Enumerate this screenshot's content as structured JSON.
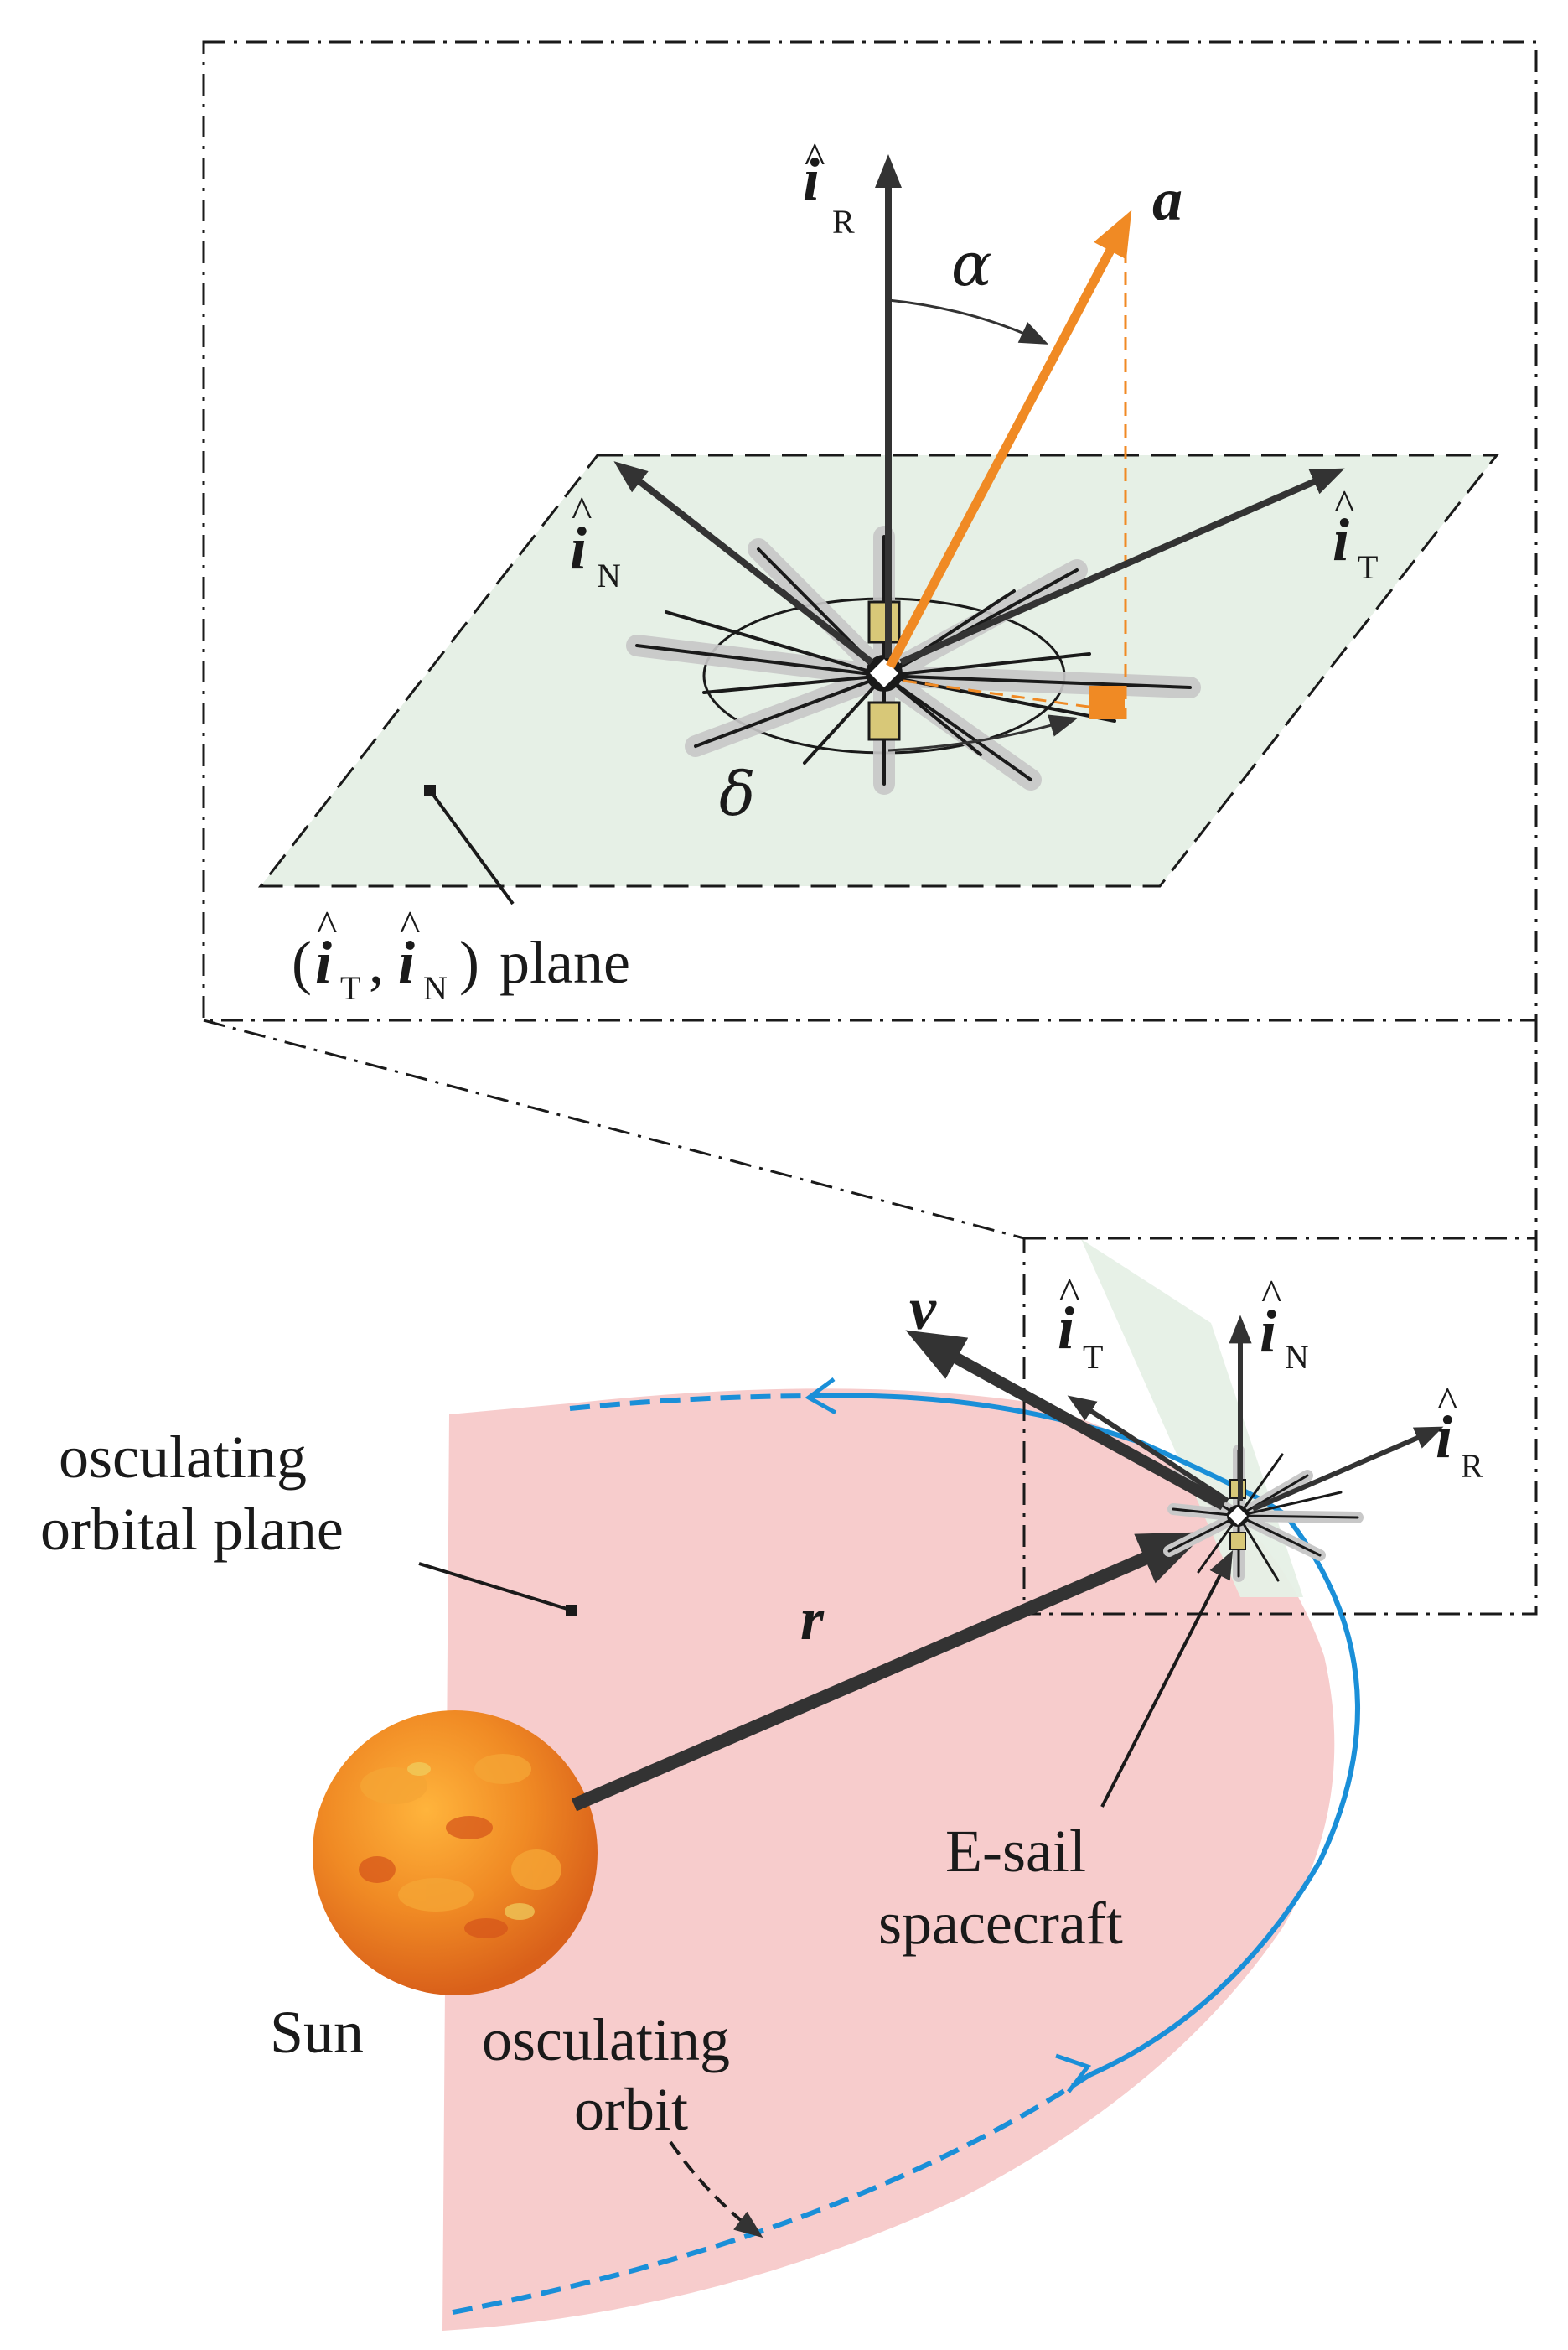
{
  "colors": {
    "axis": "#333333",
    "accel": "#f08a24",
    "orbit": "#1a8fd8",
    "orbital_plane": "#f7cccc",
    "tn_plane": "#e6f0e6",
    "sun": "#e8741c",
    "tether_halo": "#c8c8c8",
    "tether": "#1a1a1a",
    "panel": "#d8c878"
  },
  "inset": {
    "alpha": "α",
    "delta": "δ",
    "accel": "a",
    "iR": {
      "base": "i",
      "sub": "R"
    },
    "iT": {
      "base": "i",
      "sub": "T"
    },
    "iN": {
      "base": "i",
      "sub": "N"
    },
    "plane_label": {
      "open": "(",
      "first": {
        "base": "i",
        "sub": "T"
      },
      "comma": ",",
      "second": {
        "base": "i",
        "sub": "N"
      },
      "close": ")",
      "word": "plane"
    }
  },
  "main": {
    "v": "v",
    "r": "r",
    "iT": {
      "base": "i",
      "sub": "T"
    },
    "iN": {
      "base": "i",
      "sub": "N"
    },
    "iR": {
      "base": "i",
      "sub": "R"
    },
    "orbital_plane_line1": "osculating",
    "orbital_plane_line2": "orbital plane",
    "spacecraft_line1": "E-sail",
    "spacecraft_line2": "spacecraft",
    "sun": "Sun",
    "orbit_line1": "osculating",
    "orbit_line2": "orbit"
  }
}
